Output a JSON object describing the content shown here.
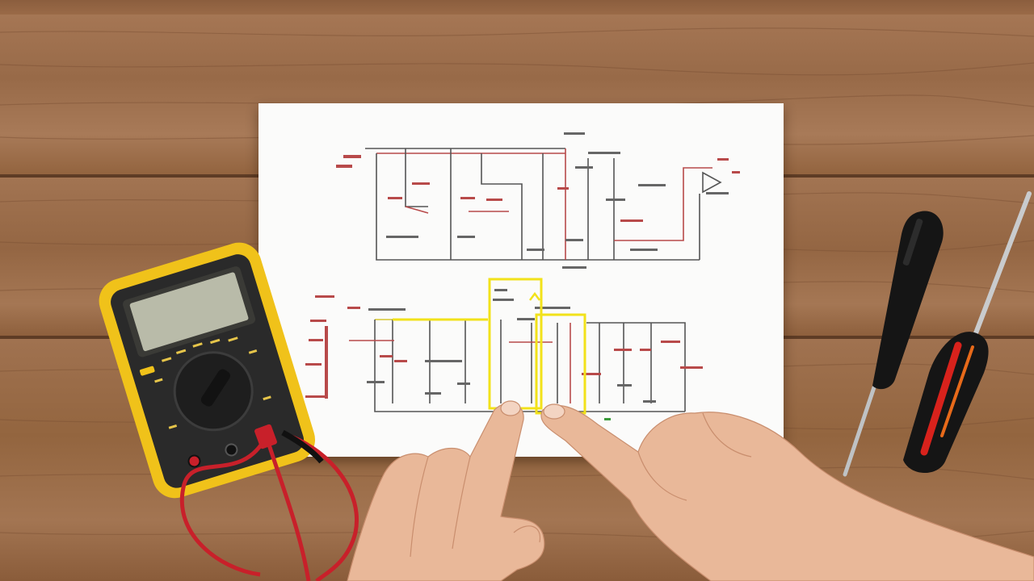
{
  "scene": {
    "description_kind": "photograph",
    "surface": "wood-table",
    "objects": [
      "schematic-paper",
      "digital-multimeter",
      "test-leads",
      "screwdriver-black",
      "screwdriver-red",
      "left-hand",
      "right-hand"
    ]
  },
  "colors": {
    "wood_light": "#a07250",
    "wood_dark": "#7c5236",
    "paper": "#fbfbfa",
    "trace_dark": "#4a4a4a",
    "trace_red": "#b84a4a",
    "highlight": "#f2e21a",
    "meter_yellow": "#f0c21a",
    "meter_body": "#2a2a2a",
    "lead_red": "#c8202a",
    "skin": "#e9b899"
  }
}
